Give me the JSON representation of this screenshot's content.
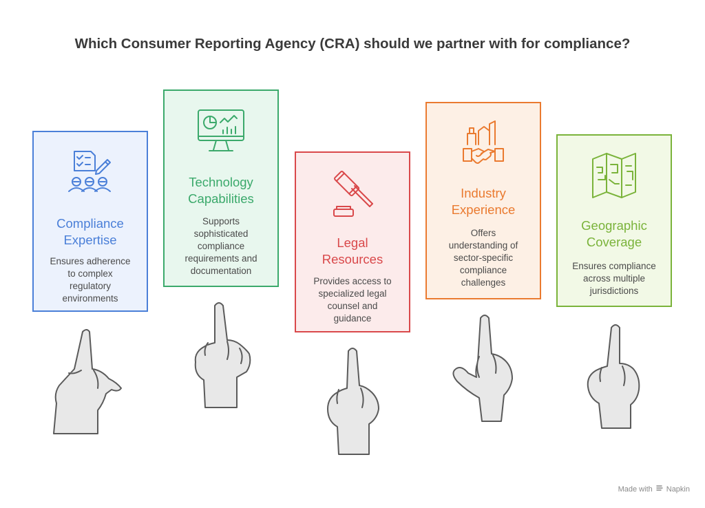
{
  "title": "Which Consumer Reporting Agency (CRA) should we partner with for compliance?",
  "cards": [
    {
      "heading_lines": [
        "Compliance",
        "Expertise"
      ],
      "desc_lines": [
        "Ensures adherence",
        "to complex",
        "regulatory",
        "environments"
      ],
      "color": "#4a7fd8",
      "bg": "#ecf2fd",
      "icon": "checklist-team-icon"
    },
    {
      "heading_lines": [
        "Technology",
        "Capabilities"
      ],
      "desc_lines": [
        "Supports",
        "sophisticated",
        "compliance",
        "requirements and",
        "documentation"
      ],
      "color": "#3ba96b",
      "bg": "#e8f7ee",
      "icon": "monitor-analytics-icon"
    },
    {
      "heading_lines": [
        "Legal",
        "Resources"
      ],
      "desc_lines": [
        "Provides access to",
        "specialized legal",
        "counsel and",
        "guidance"
      ],
      "color": "#d9484a",
      "bg": "#fcebeb",
      "icon": "gavel-icon"
    },
    {
      "heading_lines": [
        "Industry",
        "Experience"
      ],
      "desc_lines": [
        "Offers",
        "understanding of",
        "sector-specific",
        "compliance",
        "challenges"
      ],
      "color": "#ea7a2f",
      "bg": "#fdf0e5",
      "icon": "industry-handshake-icon"
    },
    {
      "heading_lines": [
        "Geographic",
        "Coverage"
      ],
      "desc_lines": [
        "Ensures compliance",
        "across multiple",
        "jurisdictions"
      ],
      "color": "#7ab33a",
      "bg": "#f2f9e6",
      "icon": "map-icon"
    }
  ],
  "footer": {
    "prefix": "Made with",
    "brand": "Napkin"
  }
}
